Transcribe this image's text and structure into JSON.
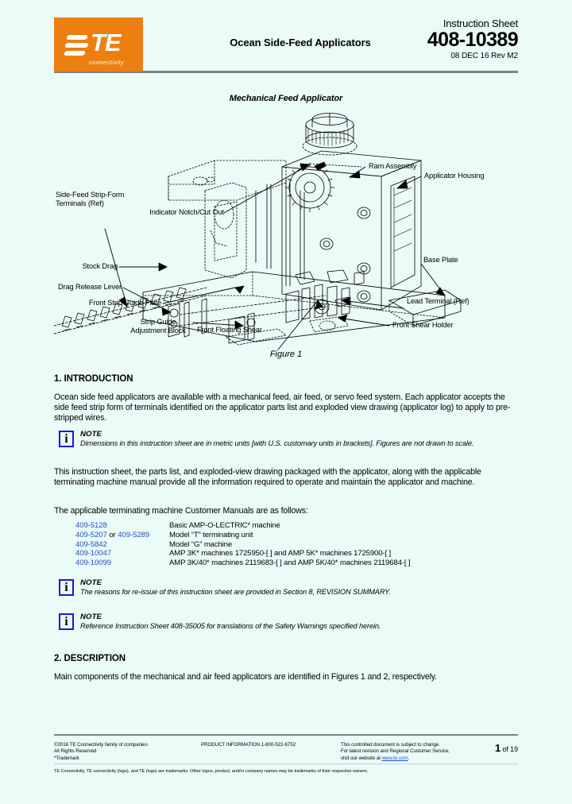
{
  "header": {
    "logo": {
      "wordmark": "TE",
      "tagline": "connectivity",
      "bg_color": "#ed7f10"
    },
    "title": "Ocean Side-Feed Applicators",
    "doc_type": "Instruction Sheet",
    "doc_number": "408-10389",
    "doc_date_rev": "08 DEC 16   Rev M2"
  },
  "figure": {
    "title": "Mechanical Feed Applicator",
    "caption": "Figure 1",
    "labels": {
      "indicator_notch": "Indicator Notch/Cut Out",
      "ram_assembly": "Ram Assembly",
      "applicator_housing": "Applicator Housing",
      "side_feed_l1": "Side-Feed Strip-Form",
      "side_feed_l2": "Terminals (Ref)",
      "stock_drag": "Stock Drag",
      "drag_release_lever": "Drag Release Lever",
      "front_strip_guide_plate": "Front Strip Guide Plate",
      "strip_guide_l1": "Strip Guide",
      "strip_guide_l2": "Adjustment Block",
      "front_floating_shear": "Front Floating Shear",
      "front_shear_holder": "Front Shear Holder",
      "base_plate": "Base Plate",
      "lead_terminal": "Lead Terminal (Ref)"
    }
  },
  "sections": {
    "intro": {
      "number_title": "1.  INTRODUCTION",
      "paragraph1": "Ocean side feed applicators are available with a mechanical feed, air feed, or servo feed system. Each applicator accepts the side feed strip form of terminals identified on the applicator parts list and exploded view drawing (applicator log) to apply to pre-stripped wires.",
      "note1": {
        "icon": "i",
        "title": "NOTE",
        "body": "Dimensions in this instruction sheet are in metric units [with U.S. customary units in brackets]. Figures are not drawn to scale."
      },
      "paragraph2": "This instruction sheet, the parts list, and exploded-view drawing packaged with the applicator, along with the applicable terminating machine manual provide all the information required to operate and maintain the applicator and machine.",
      "paragraph3": "The applicable terminating machine Customer Manuals are as follows:",
      "manuals": [
        {
          "doc": "409-5128",
          "doc_extra": "",
          "doc2": "",
          "desc": "Basic AMP-O-LECTRIC* machine"
        },
        {
          "doc": "409-5207",
          "doc_extra": " or ",
          "doc2": "409-5289",
          "desc": "Model “T” terminating unit"
        },
        {
          "doc": "409-5842",
          "doc_extra": "",
          "doc2": "",
          "desc": "Model “G” machine"
        },
        {
          "doc": "409-10047",
          "doc_extra": "",
          "doc2": "",
          "desc": "AMP 3K* machines 1725950-[ ] and AMP 5K* machines 1725900-[ ]"
        },
        {
          "doc": "409-10099",
          "doc_extra": "",
          "doc2": "",
          "desc": "AMP 3K/40* machines 2119683-[ ] and AMP 5K/40* machines 2119684-[ ]"
        }
      ],
      "note2": {
        "icon": "i",
        "title": "NOTE",
        "body": "The reasons for re-issue of this instruction sheet are provided in Section 8, REVISION SUMMARY."
      },
      "note3": {
        "icon": "i",
        "title": "NOTE",
        "body": "Reference Instruction Sheet 408-35005 for translations of the Safety Warnings specified herein."
      }
    },
    "description": {
      "number_title": "2.  DESCRIPTION",
      "paragraph1": "Main components of the mechanical and air feed applicators are identified in Figures 1 and 2, respectively."
    }
  },
  "footer": {
    "copyright_l1": "©2016 TE Connectivity family of companies",
    "copyright_l2": "All Rights Reserved",
    "copyright_l3": "*Trademark",
    "product_info": "PRODUCT INFORMATION 1-800-522-6752",
    "notice_l1": "This controlled document is subject to change.",
    "notice_l2": "For latest revision and Regional Customer Service,",
    "notice_l3_pre": "visit our website at ",
    "notice_link": "www.te.com",
    "notice_l3_post": ".",
    "page_num": "1",
    "page_of": " of 19",
    "trademark_line": "TE Connectivity, TE connectivity (logo), and TE (logo) are trademarks.  Other logos, product, and/or company names may be trademarks of their respective owners."
  }
}
